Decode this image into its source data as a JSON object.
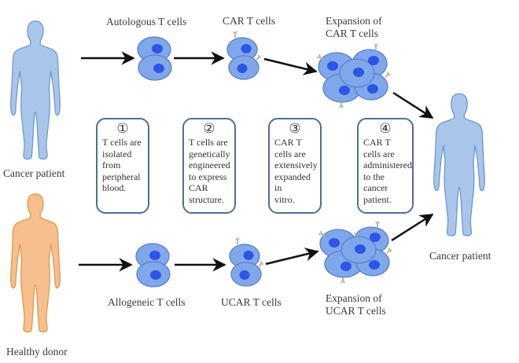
{
  "colors": {
    "patient_body": "#a9c6ea",
    "patient_outline": "#6f96cc",
    "donor_body": "#f7be8e",
    "donor_outline": "#d99a4c",
    "cell_fill": "#7fa7ea",
    "cell_outline": "#5c80c6",
    "nucleus": "#2f55e6",
    "receptor": "#b8b8a0",
    "arrow": "#111111",
    "box_border": "#4f6f92"
  },
  "people": {
    "top_left": {
      "label": "Cancer patient"
    },
    "bottom_left": {
      "label": "Healthy donor"
    },
    "right": {
      "label": "Cancer patient"
    }
  },
  "top_row": {
    "autologous": "Autologous T cells",
    "car": "CAR T cells",
    "expansion": [
      "Expansion of",
      "CAR T cells"
    ]
  },
  "bottom_row": {
    "allogeneic": "Allogeneic T cells",
    "ucar": "UCAR T cells",
    "expansion": [
      "Expansion of",
      "UCAR T cells"
    ]
  },
  "steps": [
    {
      "number": "①",
      "lines": [
        "T cells are",
        "isolated",
        "from",
        "peripheral",
        "blood."
      ]
    },
    {
      "number": "②",
      "lines": [
        "T cells are",
        "genetically",
        "engineered",
        "to express",
        "CAR",
        "structure."
      ]
    },
    {
      "number": "③",
      "lines": [
        "CAR T",
        "cells are",
        "extensively",
        "expanded in",
        "vitro."
      ]
    },
    {
      "number": "④",
      "lines": [
        "CAR T",
        "cells are",
        "administered",
        "to the cancer",
        "patient."
      ]
    }
  ]
}
